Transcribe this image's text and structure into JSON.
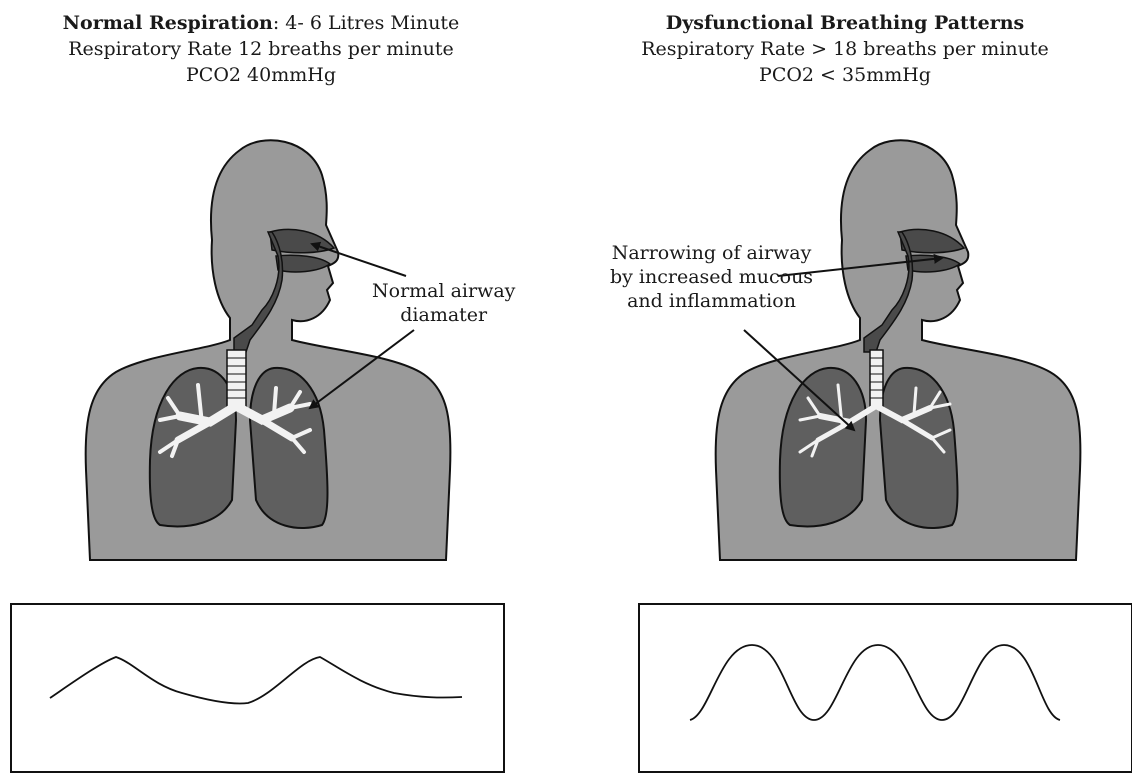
{
  "left": {
    "title_bold": "Normal Respiration",
    "title_rest": ": 4- 6 Litres Minute",
    "line2": "Respiratory Rate 12 breaths per minute",
    "line3": "PCO2 40mmHg",
    "annotation_line1": "Normal airway",
    "annotation_line2": "diamater"
  },
  "right": {
    "title_bold": "Dysfunctional Breathing Patterns",
    "line2": "Respiratory Rate > 18 breaths per minute",
    "line3": "PCO2  < 35mmHg",
    "annotation_line1": "Narrowing of airway",
    "annotation_line2": "by increased mucous",
    "annotation_line3": "and inflammation"
  },
  "colors": {
    "body": "#9a9a9a",
    "lung": "#5f5f5f",
    "airway": "#4a4a4a",
    "bronchi": "#f2f2f2",
    "outline": "#111111"
  }
}
